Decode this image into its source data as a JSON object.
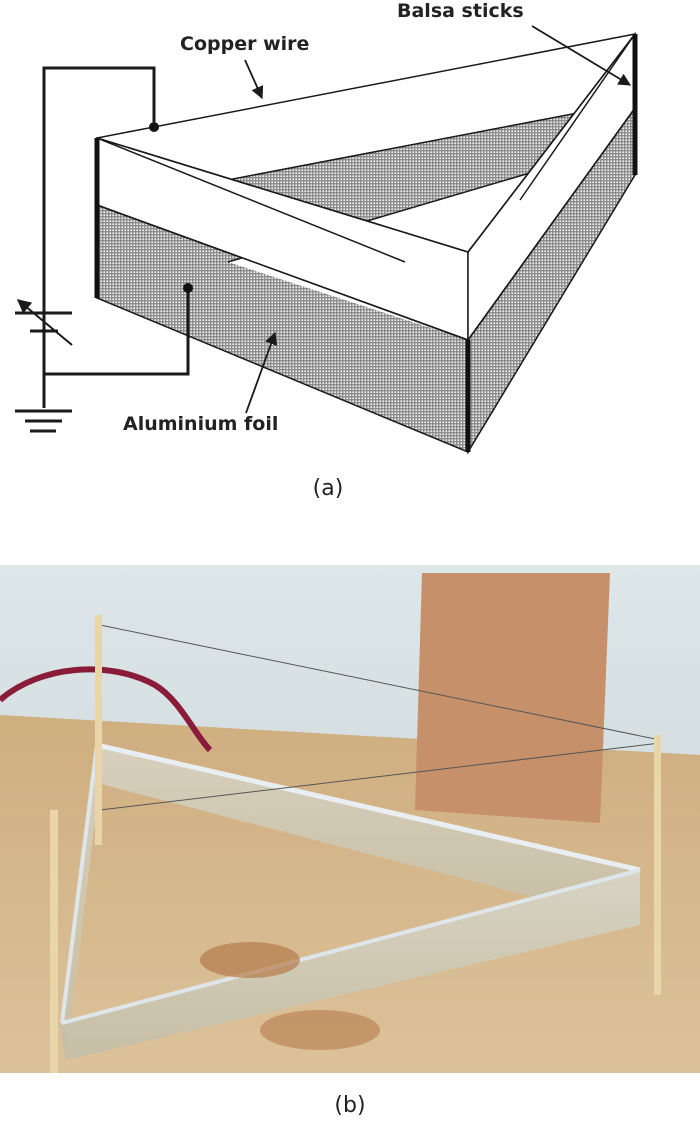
{
  "figure": {
    "panel_a": {
      "caption": "(a)",
      "type": "schematic diagram",
      "labels": {
        "copper_wire": "Copper wire",
        "balsa_sticks": "Balsa sticks",
        "aluminium_foil": "Aluminium foil"
      },
      "components": [
        "variable capacitor",
        "ground symbol",
        "triangular frame",
        "aluminium foil walls",
        "copper wire loop",
        "balsa stick posts"
      ]
    },
    "panel_b": {
      "caption": "(b)",
      "type": "photograph",
      "description": "Photo of triangular frame built from balsa sticks with aluminium foil walls on a wooden table"
    },
    "colors": {
      "line": "#1a1a1a",
      "hatch": "#9a9a9a",
      "wall": "#e6eef0",
      "table": "#d9b98a",
      "wood_block": "#c98f62",
      "foil": "#c9c8bb",
      "red_cable": "#8a1c3a"
    }
  }
}
